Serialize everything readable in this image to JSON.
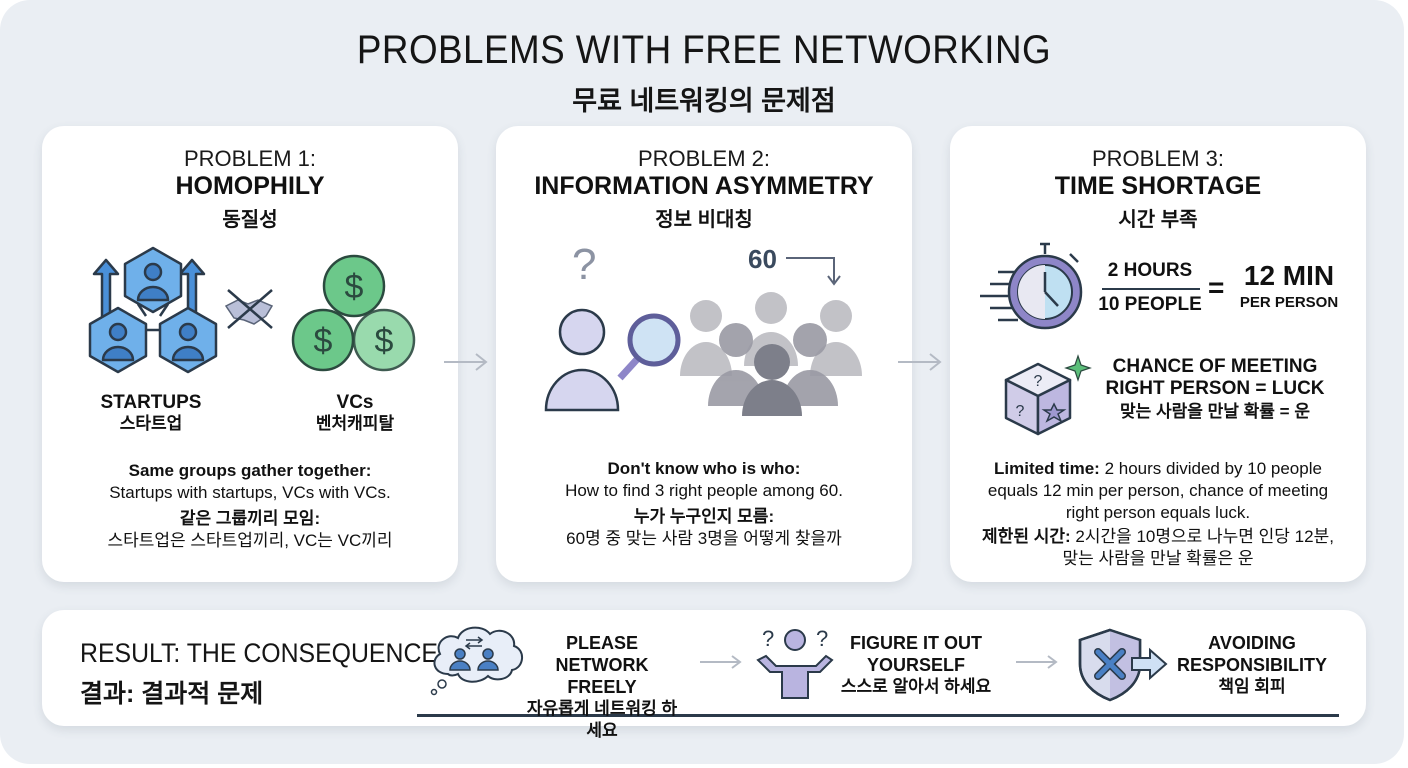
{
  "title": "PROBLEMS WITH FREE NETWORKING",
  "subtitle": "무료 네트워킹의 문제점",
  "problems": [
    {
      "heading": "PROBLEM 1:",
      "title": "HOMOPHILY",
      "title_ko": "동질성",
      "groups": [
        {
          "label": "STARTUPS",
          "label_ko": "스타트업",
          "icon": "hexagon-people-icon"
        },
        {
          "label": "VCs",
          "label_ko": "벤처캐피탈",
          "icon": "dollar-coins-icon"
        }
      ],
      "separator_icon": "crossed-handshake-icon",
      "desc_bold": "Same groups gather together:",
      "desc": "Startups with startups, VCs with VCs.",
      "desc_ko_bold": "같은 그룹끼리 모임:",
      "desc_ko": "스타트업은 스타트업끼리, VC는 VC끼리"
    },
    {
      "heading": "PROBLEM 2:",
      "title": "INFORMATION ASYMMETRY",
      "title_ko": "정보 비대칭",
      "question_mark": "?",
      "crowd_count": "60",
      "desc_bold": "Don't know who is who:",
      "desc": "How to find 3 right people among 60.",
      "desc_ko_bold": "누가 누구인지 모름:",
      "desc_ko": "60명 중 맞는 사람 3명을 어떻게 찾을까"
    },
    {
      "heading": "PROBLEM 3:",
      "title": "TIME SHORTAGE",
      "title_ko": "시간 부족",
      "fraction_top": "2 HOURS",
      "fraction_bottom": "10 PEOPLE",
      "equals": "=",
      "result_main": "12 MIN",
      "result_sub": "PER PERSON",
      "luck_line1": "CHANCE OF MEETING",
      "luck_line2": "RIGHT PERSON = LUCK",
      "luck_ko": "맞는 사람을 만날 확률 = 운",
      "desc_bold": "Limited time:",
      "desc": "2 hours divided by 10 people equals 12 min per person, chance of meeting right person equals luck.",
      "desc_ko_bold": "제한된 시간:",
      "desc_ko": "2시간을 10명으로 나누면 인당 12분, 맞는 사람을 만날 확률은 운"
    }
  ],
  "result": {
    "title": "RESULT: THE CONSEQUENCE",
    "title_ko": "결과: 결과적 문제",
    "steps": [
      {
        "line1": "PLEASE",
        "line2": "NETWORK FREELY",
        "ko": "자유롭게 네트워킹 하세요",
        "icon": "thought-bubble-people-icon"
      },
      {
        "line1": "FIGURE IT OUT",
        "line2": "YOURSELF",
        "ko": "스스로 알아서 하세요",
        "icon": "shrugging-person-icon"
      },
      {
        "line1": "AVOIDING",
        "line2": "RESPONSIBILITY",
        "ko": "책임 회피",
        "icon": "shield-x-icon"
      }
    ]
  },
  "colors": {
    "blue": "#4a90d9",
    "green": "#5cbf7a",
    "purple": "#8e86c8",
    "outline": "#2b3a4a"
  }
}
